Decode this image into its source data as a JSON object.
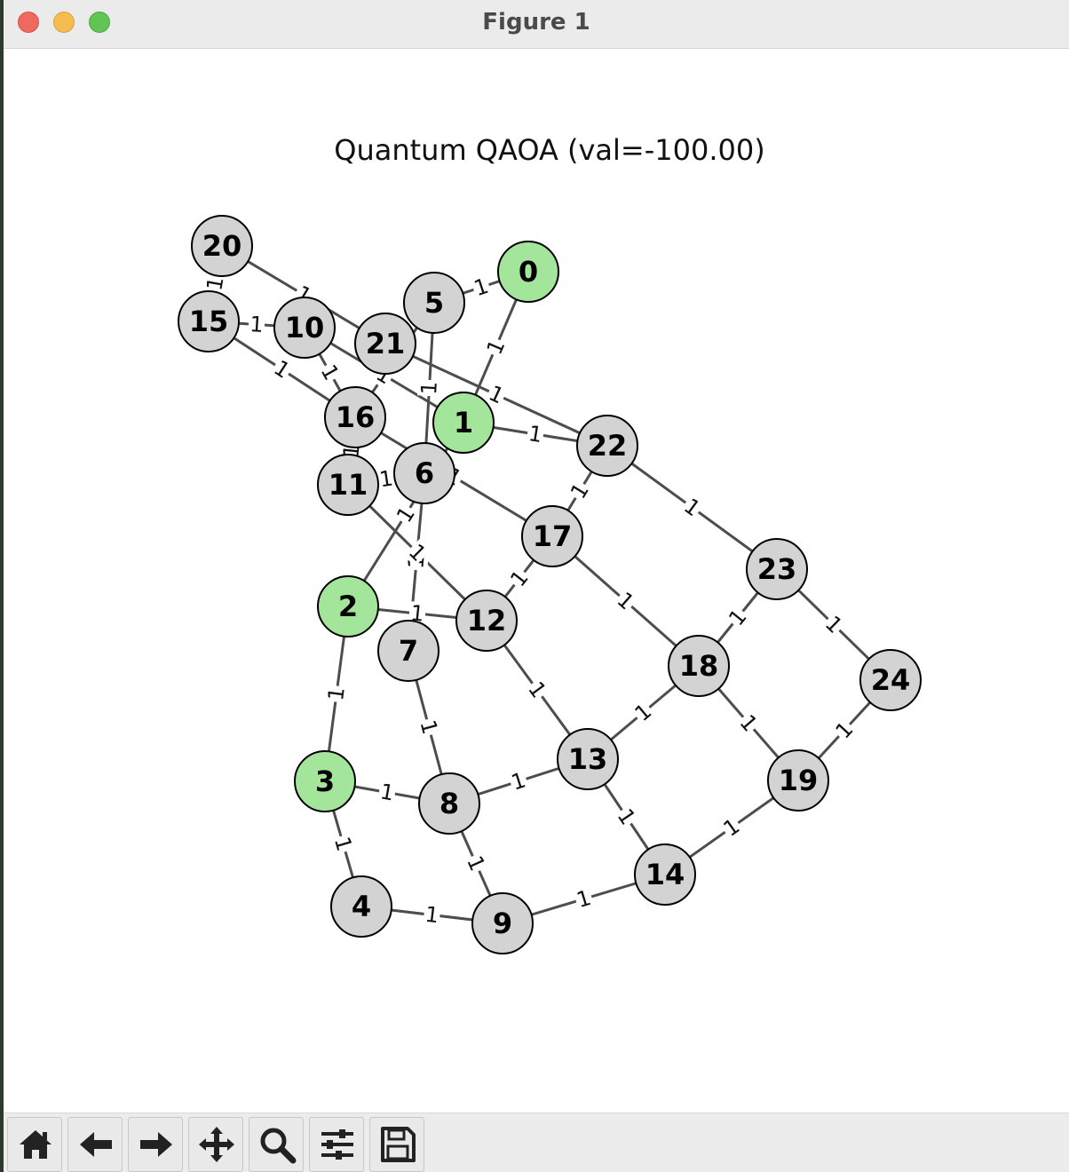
{
  "window": {
    "title": "Figure 1"
  },
  "figure": {
    "title": "Quantum QAOA (val=-100.00)",
    "node_colors": {
      "selected": "#a3e69b",
      "default": "#d3d3d3"
    },
    "edge_color": "#4d4d4d"
  },
  "graph": {
    "nodes": [
      {
        "id": "0",
        "selected": true
      },
      {
        "id": "1",
        "selected": true
      },
      {
        "id": "2",
        "selected": true
      },
      {
        "id": "3",
        "selected": true
      },
      {
        "id": "4",
        "selected": false
      },
      {
        "id": "5",
        "selected": false
      },
      {
        "id": "6",
        "selected": false
      },
      {
        "id": "7",
        "selected": false
      },
      {
        "id": "8",
        "selected": false
      },
      {
        "id": "9",
        "selected": false
      },
      {
        "id": "10",
        "selected": false
      },
      {
        "id": "11",
        "selected": false
      },
      {
        "id": "12",
        "selected": false
      },
      {
        "id": "13",
        "selected": false
      },
      {
        "id": "14",
        "selected": false
      },
      {
        "id": "15",
        "selected": false
      },
      {
        "id": "16",
        "selected": false
      },
      {
        "id": "17",
        "selected": false
      },
      {
        "id": "18",
        "selected": false
      },
      {
        "id": "19",
        "selected": false
      },
      {
        "id": "20",
        "selected": false
      },
      {
        "id": "21",
        "selected": false
      },
      {
        "id": "22",
        "selected": false
      },
      {
        "id": "23",
        "selected": false
      },
      {
        "id": "24",
        "selected": false
      }
    ],
    "edges": [
      {
        "source": "0",
        "target": "5",
        "weight": "1"
      },
      {
        "source": "0",
        "target": "1",
        "weight": "1"
      },
      {
        "source": "1",
        "target": "2",
        "weight": "1"
      },
      {
        "source": "1",
        "target": "22",
        "weight": "1"
      },
      {
        "source": "1",
        "target": "10",
        "weight": "1"
      },
      {
        "source": "2",
        "target": "3",
        "weight": "1"
      },
      {
        "source": "2",
        "target": "12",
        "weight": "1"
      },
      {
        "source": "3",
        "target": "4",
        "weight": "1"
      },
      {
        "source": "3",
        "target": "8",
        "weight": "1"
      },
      {
        "source": "4",
        "target": "9",
        "weight": "1"
      },
      {
        "source": "5",
        "target": "6",
        "weight": "1"
      },
      {
        "source": "5",
        "target": "16",
        "weight": "1"
      },
      {
        "source": "6",
        "target": "7",
        "weight": "1"
      },
      {
        "source": "6",
        "target": "11",
        "weight": "1"
      },
      {
        "source": "7",
        "target": "8",
        "weight": "1"
      },
      {
        "source": "8",
        "target": "9",
        "weight": "1"
      },
      {
        "source": "8",
        "target": "13",
        "weight": "1"
      },
      {
        "source": "9",
        "target": "14",
        "weight": "1"
      },
      {
        "source": "10",
        "target": "15",
        "weight": "1"
      },
      {
        "source": "10",
        "target": "16",
        "weight": "1"
      },
      {
        "source": "11",
        "target": "16",
        "weight": "1"
      },
      {
        "source": "11",
        "target": "12",
        "weight": "1"
      },
      {
        "source": "12",
        "target": "13",
        "weight": "1"
      },
      {
        "source": "12",
        "target": "17",
        "weight": "1"
      },
      {
        "source": "13",
        "target": "14",
        "weight": "1"
      },
      {
        "source": "13",
        "target": "18",
        "weight": "1"
      },
      {
        "source": "14",
        "target": "19",
        "weight": "1"
      },
      {
        "source": "15",
        "target": "20",
        "weight": "1"
      },
      {
        "source": "15",
        "target": "16",
        "weight": "1"
      },
      {
        "source": "16",
        "target": "17",
        "weight": "1"
      },
      {
        "source": "17",
        "target": "18",
        "weight": "1"
      },
      {
        "source": "17",
        "target": "22",
        "weight": "1"
      },
      {
        "source": "18",
        "target": "19",
        "weight": "1"
      },
      {
        "source": "18",
        "target": "23",
        "weight": "1"
      },
      {
        "source": "19",
        "target": "24",
        "weight": "1"
      },
      {
        "source": "20",
        "target": "21",
        "weight": "1"
      },
      {
        "source": "21",
        "target": "22",
        "weight": "1"
      },
      {
        "source": "22",
        "target": "23",
        "weight": "1"
      },
      {
        "source": "23",
        "target": "24",
        "weight": "1"
      }
    ]
  },
  "toolbar": {
    "buttons": [
      {
        "name": "home-button",
        "icon": "home-icon"
      },
      {
        "name": "back-button",
        "icon": "arrow-left-icon"
      },
      {
        "name": "forward-button",
        "icon": "arrow-right-icon"
      },
      {
        "name": "pan-button",
        "icon": "move-icon"
      },
      {
        "name": "zoom-button",
        "icon": "magnifier-icon"
      },
      {
        "name": "configure-subplots-button",
        "icon": "sliders-icon"
      },
      {
        "name": "save-button",
        "icon": "floppy-disk-icon"
      }
    ]
  }
}
